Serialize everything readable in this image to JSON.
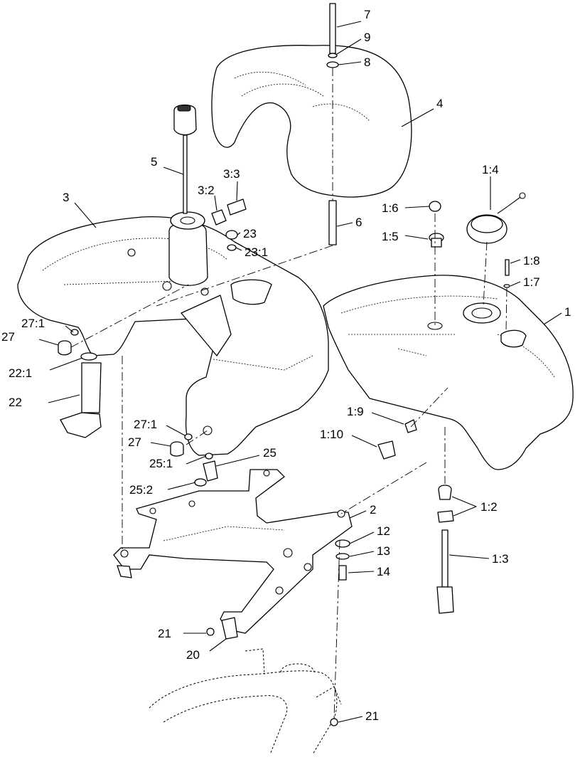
{
  "callouts": [
    {
      "id": "c1",
      "label": "1"
    },
    {
      "id": "c1_2",
      "label": "1:2"
    },
    {
      "id": "c1_3",
      "label": "1:3"
    },
    {
      "id": "c1_4",
      "label": "1:4"
    },
    {
      "id": "c1_5",
      "label": "1:5"
    },
    {
      "id": "c1_6",
      "label": "1:6"
    },
    {
      "id": "c1_7",
      "label": "1:7"
    },
    {
      "id": "c1_8",
      "label": "1:8"
    },
    {
      "id": "c1_9",
      "label": "1:9"
    },
    {
      "id": "c1_10",
      "label": "1:10"
    },
    {
      "id": "c2",
      "label": "2"
    },
    {
      "id": "c3",
      "label": "3"
    },
    {
      "id": "c3_2",
      "label": "3:2"
    },
    {
      "id": "c3_3",
      "label": "3:3"
    },
    {
      "id": "c4",
      "label": "4"
    },
    {
      "id": "c5",
      "label": "5"
    },
    {
      "id": "c6",
      "label": "6"
    },
    {
      "id": "c7",
      "label": "7"
    },
    {
      "id": "c8",
      "label": "8"
    },
    {
      "id": "c9",
      "label": "9"
    },
    {
      "id": "c12",
      "label": "12"
    },
    {
      "id": "c13",
      "label": "13"
    },
    {
      "id": "c14",
      "label": "14"
    },
    {
      "id": "c20",
      "label": "20"
    },
    {
      "id": "c21a",
      "label": "21"
    },
    {
      "id": "c21b",
      "label": "21"
    },
    {
      "id": "c22",
      "label": "22"
    },
    {
      "id": "c22_1",
      "label": "22:1"
    },
    {
      "id": "c23",
      "label": "23"
    },
    {
      "id": "c23_1",
      "label": "23:1"
    },
    {
      "id": "c25",
      "label": "25"
    },
    {
      "id": "c25_1",
      "label": "25:1"
    },
    {
      "id": "c25_2",
      "label": "25:2"
    },
    {
      "id": "c27a",
      "label": "27"
    },
    {
      "id": "c27b",
      "label": "27"
    },
    {
      "id": "c27_1a",
      "label": "27:1"
    },
    {
      "id": "c27_1b",
      "label": "27:1"
    }
  ]
}
